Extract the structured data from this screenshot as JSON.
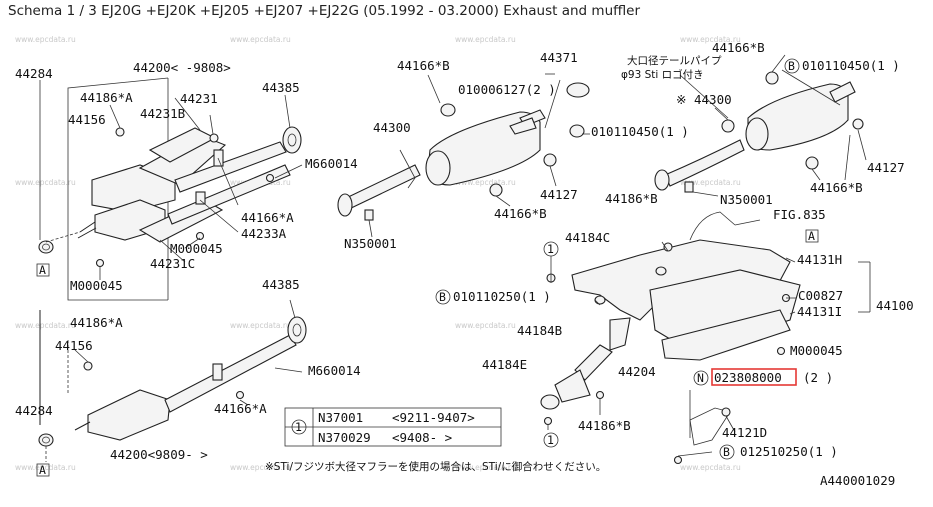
{
  "title": "Schema 1 / 3 EJ20G +EJ20K +EJ205 +EJ207 +EJ22G (05.1992 - 03.2000) Exhaust and muffler",
  "watermark": "www.epcdata.ru",
  "figure_code": "A440001029",
  "highlighted_part": "023808000",
  "notes": {
    "jp_top_1": "大口径テールパイプ",
    "jp_top_2": "φ93 Sti ロゴ付き",
    "jp_bottom": "※STi/フジツボ大径マフラーを使用の場合は、STi/に御合わせください。"
  },
  "callouts": {
    "c1": "1",
    "A": "A",
    "B": "B",
    "N": "N"
  },
  "legend": {
    "row1_code": "N37001",
    "row1_range": "<9211-9407>",
    "row2_code": "N370029",
    "row2_range": "<9408-      >"
  },
  "labels": {
    "l44284a": "44284",
    "l44200a": "44200<     -9808>",
    "l44186a": "44186*A",
    "l44231": "44231",
    "l44156a": "44156",
    "l44231b": "44231B",
    "l44385a": "44385",
    "lM660014a": "M660014",
    "l44166A_a": "44166*A",
    "l44233A": "44233A",
    "lM000045a": "M000045",
    "l44231C": "44231C",
    "lM000045b": "M000045",
    "l44385b": "44385",
    "l44186b": "44186*A",
    "l44156b": "44156",
    "lM660014b": "M660014",
    "l44284b": "44284",
    "l44166A_b": "44166*A",
    "l44200b": "44200<9809-     >",
    "l44166B_a": "44166*B",
    "l44371": "44371",
    "l010006127": "010006127(2  )",
    "l44300a": "44300",
    "l010110450a": "010110450(1  )",
    "l44127a": "44127",
    "l44166B_b": "44166*B",
    "lN350001a": "N350001",
    "l44166B_c": "44166*B",
    "l010110450b": "010110450(1  )",
    "l44300b": "※ 44300",
    "l44127b": "44127",
    "l44166B_d": "44166*B",
    "lN350001b": "N350001",
    "l44186B_a": "44186*B",
    "lFIG835": "FIG.835",
    "l44184C": "44184C",
    "l44131H": "44131H",
    "l010110250": "010110250(1  )",
    "lC00827": "C00827",
    "l44100": "44100",
    "l44131I": "44131I",
    "l44184B": "44184B",
    "lM000045c": "M000045",
    "l44184E": "44184E",
    "l44204": "44204",
    "lqty2": "(2  )",
    "l44186B_b": "44186*B",
    "l44121D": "44121D",
    "l012510250": "012510250(1  )"
  }
}
